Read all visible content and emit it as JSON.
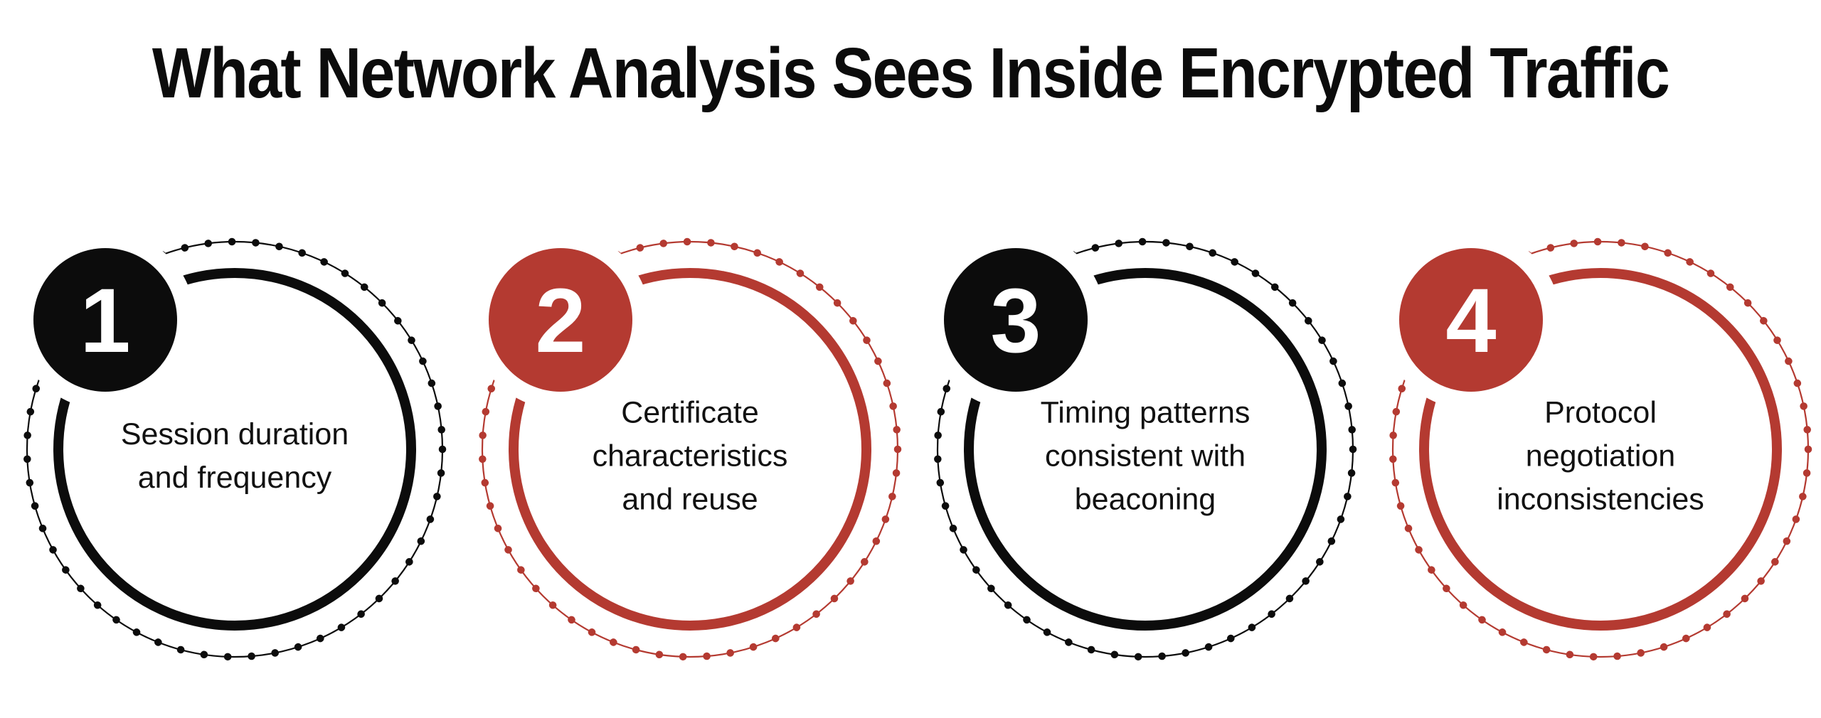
{
  "title": "What Network Analysis Sees Inside Encrypted Traffic",
  "background_color": "#ffffff",
  "label_text_color": "#111111",
  "badge_number_color": "#ffffff",
  "steps": [
    {
      "number": "1",
      "label": "Session duration\nand frequency",
      "color": "#0c0c0c"
    },
    {
      "number": "2",
      "label": "Certificate\ncharacteristics\nand reuse",
      "color": "#b43a31"
    },
    {
      "number": "3",
      "label": "Timing patterns\nconsistent with\nbeaconing",
      "color": "#0c0c0c"
    },
    {
      "number": "4",
      "label": "Protocol\nnegotiation\ninconsistencies",
      "color": "#b43a31"
    }
  ]
}
